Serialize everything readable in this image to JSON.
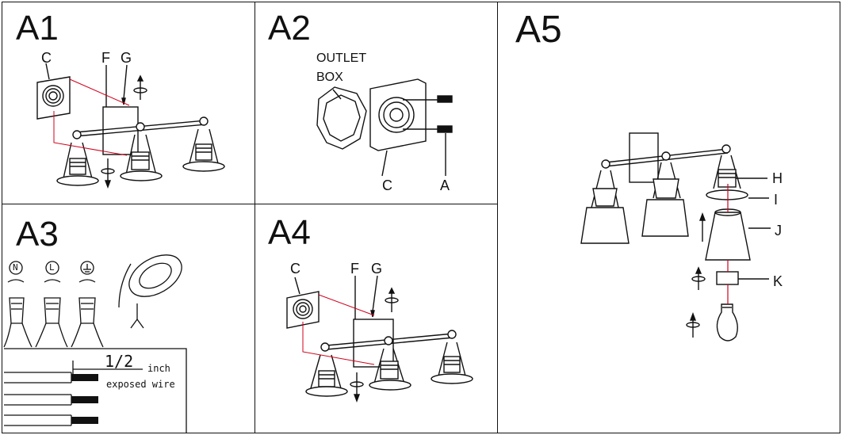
{
  "panels": {
    "a1": {
      "title": "A1",
      "labels": {
        "c": "C",
        "f": "F",
        "g": "G"
      }
    },
    "a2": {
      "title": "A2",
      "labels": {
        "outlet": "OUTLET",
        "box": "BOX",
        "c": "C",
        "a": "A"
      }
    },
    "a3": {
      "title": "A3",
      "fraction": "1/2",
      "unit": "inch",
      "exposed": "exposed wire",
      "symbols": {
        "neutral": "N",
        "line": "L"
      }
    },
    "a4": {
      "title": "A4",
      "labels": {
        "c": "C",
        "f": "F",
        "g": "G"
      }
    },
    "a5": {
      "title": "A5",
      "labels": {
        "h": "H",
        "i": "I",
        "j": "J",
        "k": "K"
      }
    }
  },
  "colors": {
    "line": "#111111",
    "wire_red": "#d0021b",
    "background": "#ffffff"
  }
}
